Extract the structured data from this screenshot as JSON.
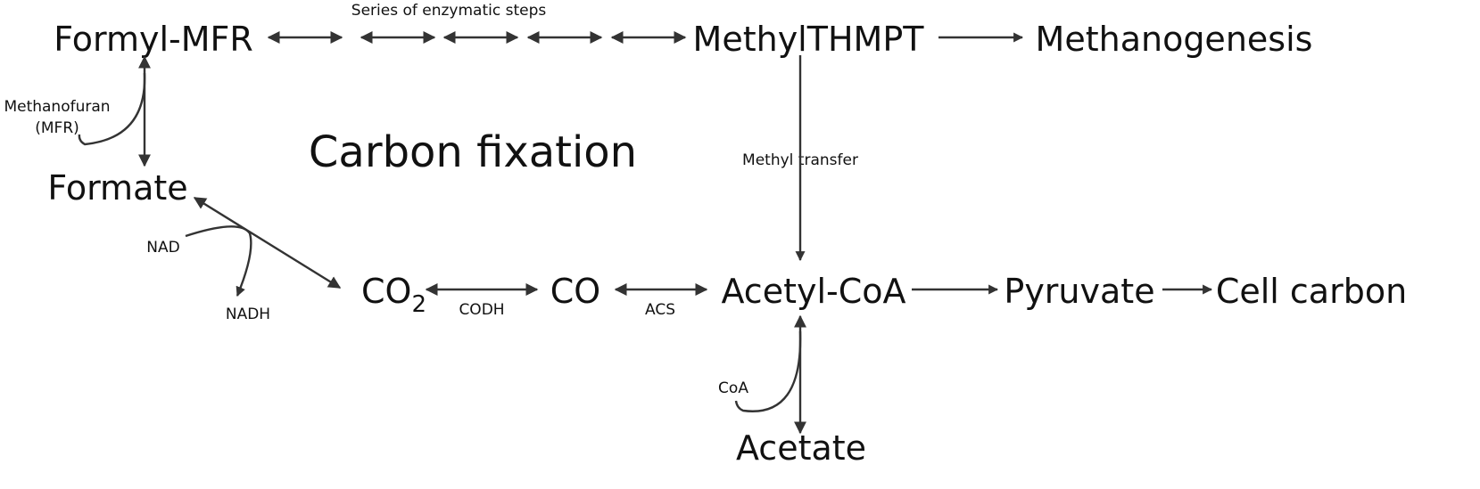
{
  "diagram": {
    "title": "Carbon fixation",
    "nodes": {
      "formyl_mfr": "Formyl-MFR",
      "methyl_thmpt": "MethylTHMPT",
      "methanogenesis": "Methanogenesis",
      "formate": "Formate",
      "co2": "CO",
      "co2_subscript": "2",
      "co": "CO",
      "acetyl_coa": "Acetyl-CoA",
      "pyruvate": "Pyruvate",
      "cell_carbon": "Cell carbon",
      "acetate": "Acetate"
    },
    "labels": {
      "series_steps": "Series of enzymatic steps",
      "methanofuran": "Methanofuran",
      "mfr_abbrev": "(MFR)",
      "methyl_transfer": "Methyl transfer",
      "nad": "NAD",
      "nadh": "NADH",
      "codh": "CODH",
      "acs": "ACS",
      "coa": "CoA"
    }
  }
}
